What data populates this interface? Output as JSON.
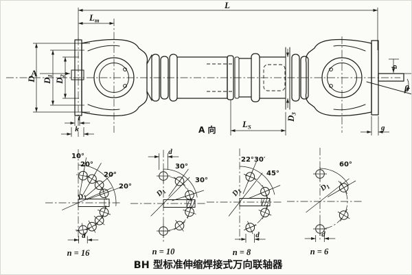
{
  "title": "BH 型标准伸缩焊接式万向联轴器",
  "main_view": {
    "view_label": "A",
    "view_direction_label": "A 向",
    "dims": {
      "L": "L",
      "Lm": {
        "b": "L",
        "s": "m"
      },
      "Ls": {
        "b": "L",
        "s": "S"
      },
      "D": "D",
      "D1": {
        "b": "D",
        "s": "1"
      },
      "D2": {
        "b": "D",
        "s": "2"
      },
      "D3": {
        "b": "D",
        "s": "3"
      },
      "b": "b",
      "beta": "β",
      "g": "g",
      "t": "t",
      "k": "k"
    }
  },
  "bolt_diagrams": [
    {
      "bolt_count": "n = 16",
      "hole_dia": "d",
      "bolt_circle": {
        "b": "D",
        "s": "1"
      },
      "angles": [
        "10°",
        "20°",
        "20°",
        "20°"
      ]
    },
    {
      "bolt_count": "n = 10",
      "hole_dia": "d",
      "bolt_circle": {
        "b": "D",
        "s": "1"
      },
      "angles": [
        "30°",
        "30°"
      ]
    },
    {
      "bolt_count": "n = 8",
      "hole_dia": "d",
      "bolt_circle": {
        "b": "D",
        "s": "1"
      },
      "angles": [
        "22°30′",
        "45°"
      ]
    },
    {
      "bolt_count": "n = 6",
      "hole_dia": "d",
      "bolt_circle": {
        "b": "D",
        "s": "1"
      },
      "angles": [
        "60°"
      ]
    }
  ]
}
